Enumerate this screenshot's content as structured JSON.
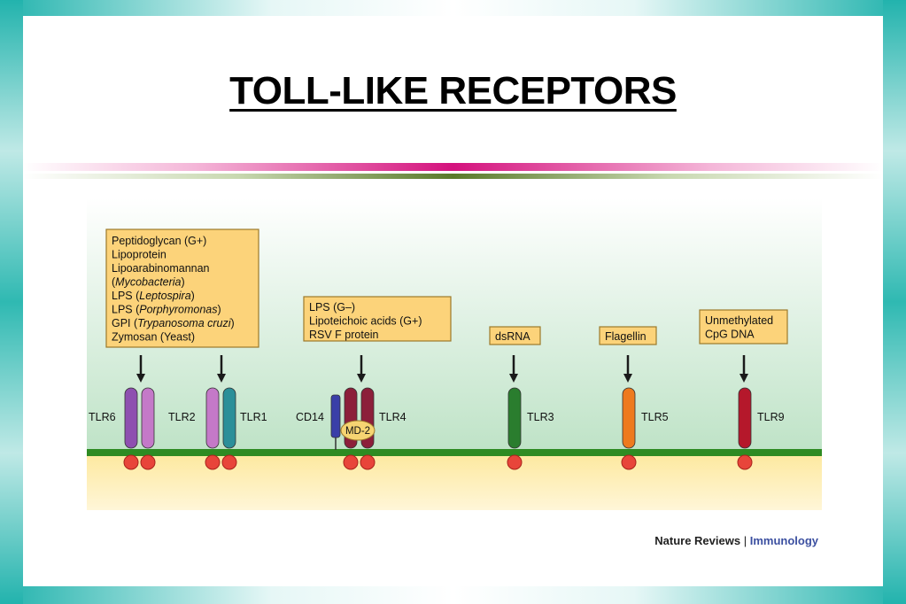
{
  "slide": {
    "title": "TOLL-LIKE RECEPTORS",
    "credit_publisher": "Nature Reviews",
    "credit_separator": "|",
    "credit_journal": "Immunology"
  },
  "diagram": {
    "colors": {
      "background_top": "#ffffff",
      "background_mid": "#bfe3c7",
      "membrane": "#2e8b22",
      "cytoplasm": "#fde9a0",
      "box_fill": "#fcd37a",
      "box_border": "#9c7a2c",
      "tlr6": "#8e4fb0",
      "tlr2": "#c479c8",
      "tlr1": "#2b8f99",
      "tlr4": "#8c1f3a",
      "cd14": "#3a3fa8",
      "tlr3": "#2a7d2e",
      "tlr5": "#ee7a1e",
      "tlr9": "#b5182b",
      "tir_domain": "#e8453a"
    },
    "ligand_boxes": [
      {
        "lines": [
          {
            "pre": "Peptidoglycan (G+)",
            "ital": "",
            "post": ""
          },
          {
            "pre": "Lipoprotein",
            "ital": "",
            "post": ""
          },
          {
            "pre": "Lipoarabinomannan",
            "ital": "",
            "post": ""
          },
          {
            "pre": "(",
            "ital": "Mycobacteria",
            "post": ")"
          },
          {
            "pre": "LPS (",
            "ital": "Leptospira",
            "post": ")"
          },
          {
            "pre": "LPS (",
            "ital": "Porphyromonas",
            "post": ")"
          },
          {
            "pre": "GPI (",
            "ital": "Trypanosoma cruzi",
            "post": ")"
          },
          {
            "pre": "Zymosan (Yeast)",
            "ital": "",
            "post": ""
          }
        ]
      },
      {
        "lines": [
          {
            "pre": "LPS (G–)",
            "ital": "",
            "post": ""
          },
          {
            "pre": "Lipoteichoic acids (G+)",
            "ital": "",
            "post": ""
          },
          {
            "pre": "RSV F protein",
            "ital": "",
            "post": ""
          }
        ]
      },
      {
        "lines": [
          {
            "pre": "dsRNA",
            "ital": "",
            "post": ""
          }
        ]
      },
      {
        "lines": [
          {
            "pre": "Flagellin",
            "ital": "",
            "post": ""
          }
        ]
      },
      {
        "lines": [
          {
            "pre": "Unmethylated",
            "ital": "",
            "post": ""
          },
          {
            "pre": "CpG DNA",
            "ital": "",
            "post": ""
          }
        ]
      }
    ],
    "receptor_labels": {
      "tlr6": "TLR6",
      "tlr2": "TLR2",
      "tlr1": "TLR1",
      "cd14": "CD14",
      "md2": "MD-2",
      "tlr4": "TLR4",
      "tlr3": "TLR3",
      "tlr5": "TLR5",
      "tlr9": "TLR9"
    }
  }
}
